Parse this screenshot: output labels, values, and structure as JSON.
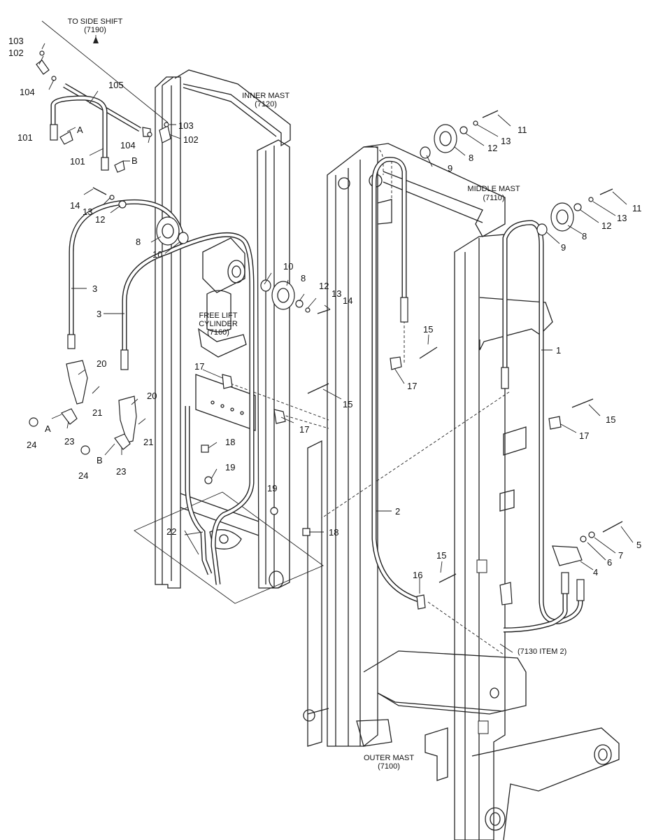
{
  "captions": {
    "to_side_shift": [
      "TO SIDE SHIFT",
      "(7190)"
    ],
    "inner_mast": [
      "INNER MAST",
      "(7120)"
    ],
    "middle_mast": [
      "MIDDLE MAST",
      "(7110)"
    ],
    "free_lift": [
      "FREE LIFT",
      "CYLINDER",
      "(7160)"
    ],
    "outer_mast": [
      "OUTER MAST",
      "(7100)"
    ],
    "item_7130": "(7130 ITEM 2)"
  },
  "callouts": [
    {
      "id": "c-103a",
      "text": "103"
    },
    {
      "id": "c-102a",
      "text": "102"
    },
    {
      "id": "c-104a",
      "text": "104"
    },
    {
      "id": "c-105",
      "text": "105"
    },
    {
      "id": "c-101a",
      "text": "101"
    },
    {
      "id": "c-Aa",
      "text": "A"
    },
    {
      "id": "c-101b",
      "text": "101"
    },
    {
      "id": "c-Ba",
      "text": "B"
    },
    {
      "id": "c-103b",
      "text": "103"
    },
    {
      "id": "c-104b",
      "text": "104"
    },
    {
      "id": "c-102b",
      "text": "102"
    },
    {
      "id": "c-14a",
      "text": "14"
    },
    {
      "id": "c-13a",
      "text": "13"
    },
    {
      "id": "c-12a",
      "text": "12"
    },
    {
      "id": "c-8a",
      "text": "8"
    },
    {
      "id": "c-10a",
      "text": "10"
    },
    {
      "id": "c-10b",
      "text": "10"
    },
    {
      "id": "c-8b",
      "text": "8"
    },
    {
      "id": "c-12b",
      "text": "12"
    },
    {
      "id": "c-13b",
      "text": "13"
    },
    {
      "id": "c-14b",
      "text": "14"
    },
    {
      "id": "c-3a",
      "text": "3"
    },
    {
      "id": "c-3b",
      "text": "3"
    },
    {
      "id": "c-20a",
      "text": "20"
    },
    {
      "id": "c-21a",
      "text": "21"
    },
    {
      "id": "c-Ab",
      "text": "A"
    },
    {
      "id": "c-24a",
      "text": "24"
    },
    {
      "id": "c-23a",
      "text": "23"
    },
    {
      "id": "c-20b",
      "text": "20"
    },
    {
      "id": "c-21b",
      "text": "21"
    },
    {
      "id": "c-Bb",
      "text": "B"
    },
    {
      "id": "c-24b",
      "text": "24"
    },
    {
      "id": "c-23b",
      "text": "23"
    },
    {
      "id": "c-17a",
      "text": "17"
    },
    {
      "id": "c-17b",
      "text": "17"
    },
    {
      "id": "c-18a",
      "text": "18"
    },
    {
      "id": "c-19a",
      "text": "19"
    },
    {
      "id": "c-22",
      "text": "22"
    },
    {
      "id": "c-19b",
      "text": "19"
    },
    {
      "id": "c-18b",
      "text": "18"
    },
    {
      "id": "c-15a",
      "text": "15"
    },
    {
      "id": "c-15b",
      "text": "15"
    },
    {
      "id": "c-17c",
      "text": "17"
    },
    {
      "id": "c-11a",
      "text": "11"
    },
    {
      "id": "c-13c",
      "text": "13"
    },
    {
      "id": "c-12c",
      "text": "12"
    },
    {
      "id": "c-8c",
      "text": "8"
    },
    {
      "id": "c-9a",
      "text": "9"
    },
    {
      "id": "c-11b",
      "text": "11"
    },
    {
      "id": "c-13d",
      "text": "13"
    },
    {
      "id": "c-12d",
      "text": "12"
    },
    {
      "id": "c-8d",
      "text": "8"
    },
    {
      "id": "c-9b",
      "text": "9"
    },
    {
      "id": "c-1",
      "text": "1"
    },
    {
      "id": "c-15c",
      "text": "15"
    },
    {
      "id": "c-17d",
      "text": "17"
    },
    {
      "id": "c-2",
      "text": "2"
    },
    {
      "id": "c-5",
      "text": "5"
    },
    {
      "id": "c-7",
      "text": "7"
    },
    {
      "id": "c-6",
      "text": "6"
    },
    {
      "id": "c-4",
      "text": "4"
    },
    {
      "id": "c-15d",
      "text": "15"
    },
    {
      "id": "c-16",
      "text": "16"
    }
  ]
}
